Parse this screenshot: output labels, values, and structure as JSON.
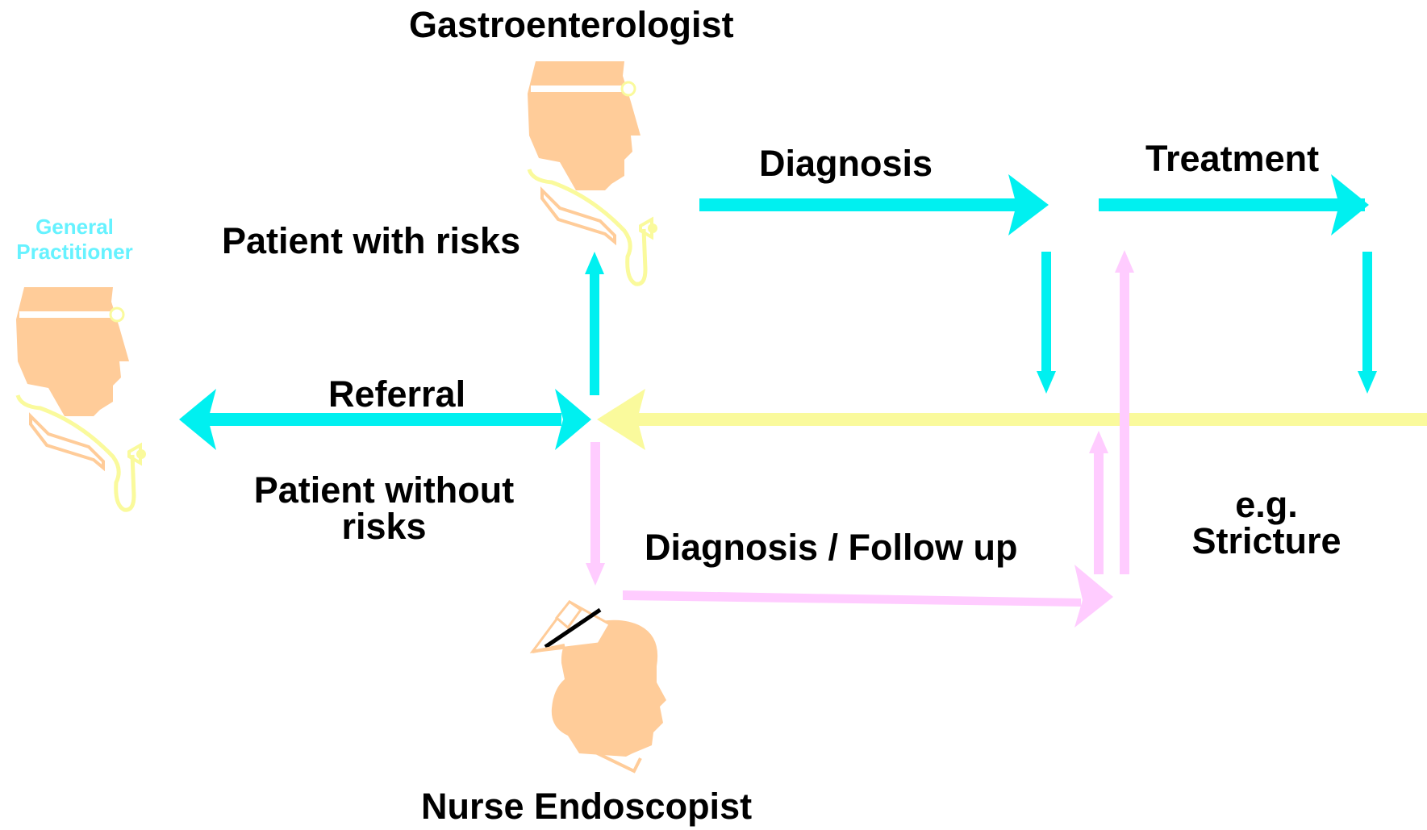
{
  "roles": {
    "gastroenterologist": "Gastroenterologist",
    "general_practitioner": [
      "General",
      "Practitioner"
    ],
    "nurse_endoscopist": "Nurse Endoscopist"
  },
  "labels": {
    "diagnosis": "Diagnosis",
    "treatment": "Treatment",
    "patient_with_risks": "Patient with risks",
    "referral": "Referral",
    "patient_without_risks": [
      "Patient without",
      "risks"
    ],
    "diagnosis_follow_up": "Diagnosis / Follow up",
    "example": [
      "e.g.",
      "Stricture"
    ]
  },
  "colors": {
    "cyan": "#00f0f0",
    "yellow": "#fafa9c",
    "pink": "#ffccff",
    "skin": "#ffcc99",
    "gp_text": "#66f2ff"
  },
  "icons": [
    "doctor-with-stethoscope-icon",
    "nurse-icon"
  ]
}
